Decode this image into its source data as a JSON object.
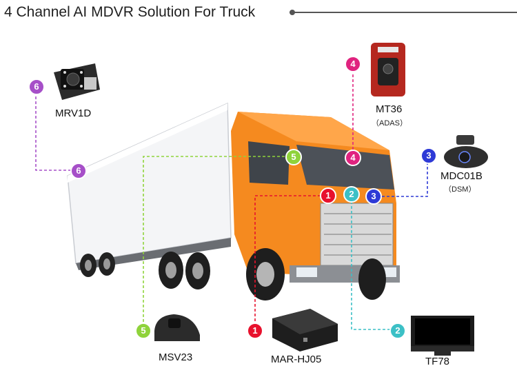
{
  "title": "4 Channel AI MDVR Solution For Truck",
  "colors": {
    "ch1": "#e8112d",
    "ch2": "#3cc0c6",
    "ch3": "#2e3ad6",
    "ch4": "#e0237f",
    "ch5": "#8fd33b",
    "ch6": "#a64fc8",
    "truck_cab": "#f58a1f",
    "trailer": "#f4f5f7"
  },
  "devices": {
    "mrv1d": {
      "label": "MRV1D",
      "channel": "6"
    },
    "mt36": {
      "label": "MT36",
      "sublabel": "（ADAS）",
      "channel": "4"
    },
    "mdc01b": {
      "label": "MDC01B",
      "sublabel": "（DSM）",
      "channel": "3"
    },
    "msv23": {
      "label": "MSV23",
      "channel": "5"
    },
    "mar_hj05": {
      "label": "MAR-HJ05",
      "channel": "1"
    },
    "tf78": {
      "label": "TF78",
      "channel": "2"
    }
  }
}
